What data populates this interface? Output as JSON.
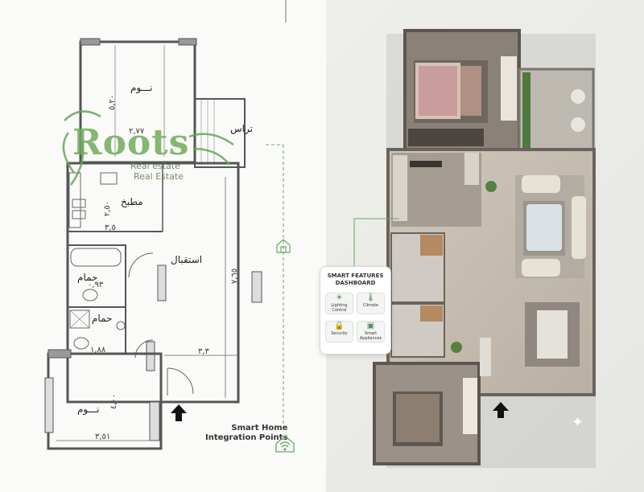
{
  "floorplan": {
    "rooms": {
      "bedroom_top": "نـــوم",
      "terrace": "تراس",
      "kitchen": "مطبخ",
      "reception": "استقبال",
      "bath_1": "حمام",
      "bath_2": "حمام",
      "bedroom_bottom": "نـــوم"
    },
    "dimensions": {
      "bedroom_top_width": "٢,٧٧",
      "bedroom_top_height": "٥,٢٠",
      "kitchen_height": "٢,٥٠",
      "kitchen_width": "٣,٥",
      "reception_height": "٧,٦٥",
      "reception_width": "٣,٣",
      "bath_1": "٠,٩٣",
      "bath_2": "١,٨٨",
      "bedroom_bottom_height": "٤,٠٠",
      "bedroom_bottom_width": "٣,٥١"
    },
    "arrow_icon": "up-arrow-icon"
  },
  "logo": {
    "name": "Roots",
    "tagline_1": "Real estate",
    "tagline_2": "Real Estate"
  },
  "smart_home": {
    "label_line_1": "Smart Home",
    "label_line_2": "Integration Points",
    "icon": "smart-home-wifi-icon"
  },
  "dashboard": {
    "title_line_1": "SMART FEATURES",
    "title_line_2": "DASHBOARD",
    "tiles": [
      {
        "label": "Lighting Control",
        "icon": "light-bulb-icon"
      },
      {
        "label": "Climate",
        "icon": "thermometer-icon"
      },
      {
        "label": "Security",
        "icon": "lock-icon"
      },
      {
        "label": "Smart Appliances",
        "icon": "washing-machine-icon"
      }
    ]
  },
  "colors": {
    "accent_green": "#6aa86a",
    "wall": "#555555"
  }
}
